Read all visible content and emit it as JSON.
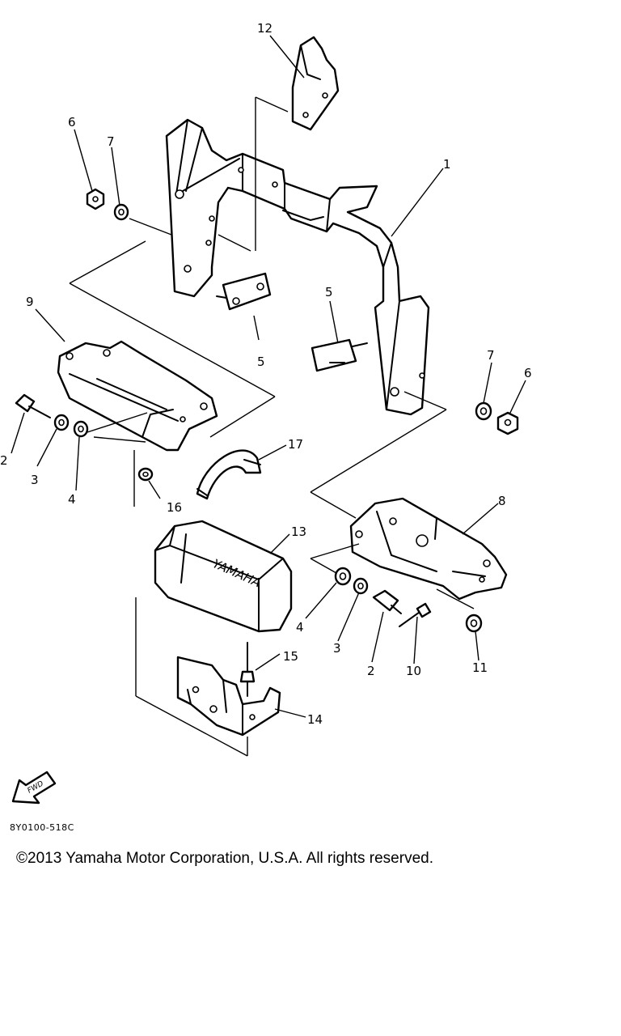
{
  "diagram": {
    "callouts": {
      "p1": "1",
      "p2a": "2",
      "p2b": "2",
      "p3a": "3",
      "p3b": "3",
      "p4a": "4",
      "p4b": "4",
      "p5a": "5",
      "p5b": "5",
      "p6a": "6",
      "p6b": "6",
      "p7a": "7",
      "p7b": "7",
      "p8": "8",
      "p9": "9",
      "p10": "10",
      "p11": "11",
      "p12": "12",
      "p13": "13",
      "p14": "14",
      "p15": "15",
      "p16": "16",
      "p17": "17"
    },
    "battery_logo": "YAMAHA",
    "fwd_label": "FWD"
  },
  "footer": {
    "diagram_code": "8Y0100-518C",
    "copyright": "©2013 Yamaha Motor Corporation, U.S.A. All rights reserved."
  }
}
